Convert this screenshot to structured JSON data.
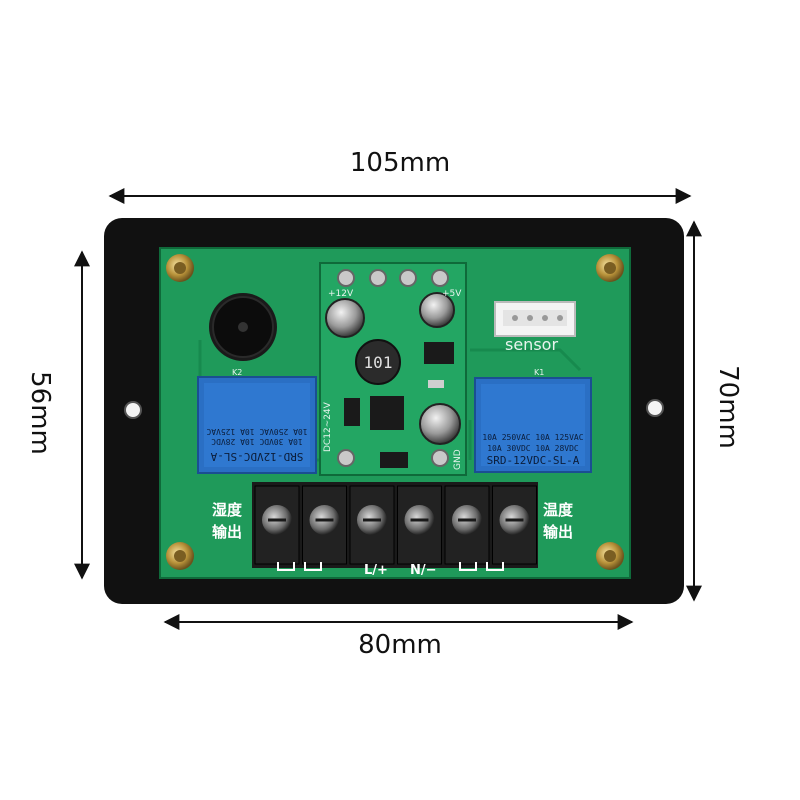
{
  "dimensions": {
    "top_width": "105mm",
    "bottom_width": "80mm",
    "left_height": "56mm",
    "right_height": "70mm"
  },
  "board": {
    "sensor_label": "sensor",
    "inductor_label": "101",
    "power_labels": {
      "v12": "+12V",
      "v5": "+5V",
      "dc": "DC12~24V",
      "gnd": "GND"
    },
    "terminal_label_left": "L/+",
    "terminal_label_right": "N/−",
    "left_output_line1": "湿度",
    "left_output_line2": "输出",
    "right_output_line1": "温度",
    "right_output_line2": "输出",
    "relay_left": {
      "ref": "K2",
      "model": "SRD-12VDC-SL-A",
      "rating_1": "10A 30VDC  10A 28VDC",
      "rating_2": "10A 250VAC 10A 125VAC"
    },
    "relay_right": {
      "ref": "K1",
      "model": "SRD-12VDC-SL-A",
      "rating_1": "10A 250VAC  10A 125VAC",
      "rating_2": "10A 30VDC   10A 28VDC"
    }
  },
  "colors": {
    "pcb": "#1f9a5a",
    "plate": "#111111",
    "relay": "#2a6fc4",
    "terminal": "#1a1a1a"
  }
}
